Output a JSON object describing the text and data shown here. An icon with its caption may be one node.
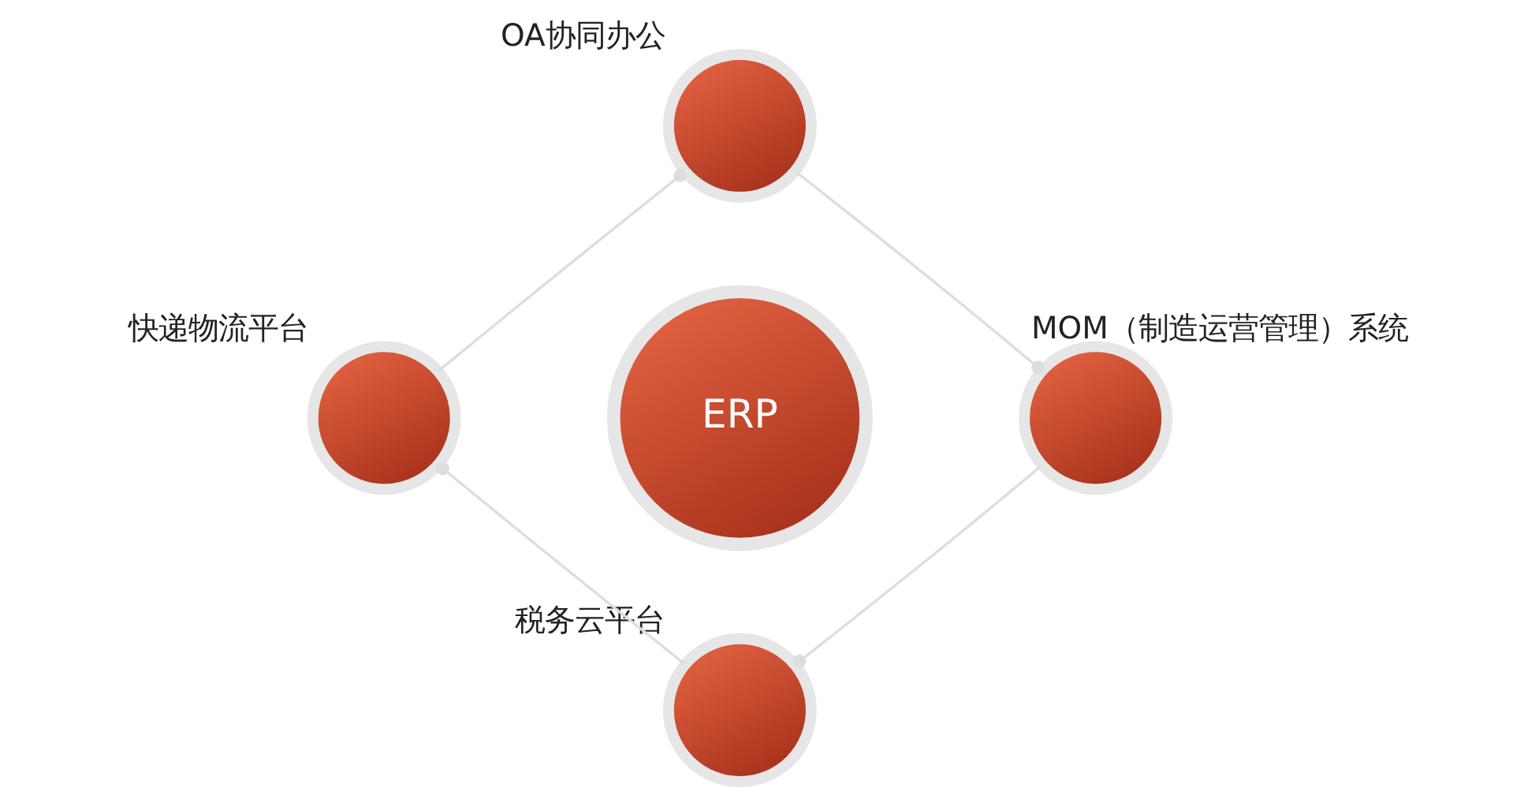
{
  "diagram": {
    "nodes": [
      {
        "text": [
          "OA协同办公"
        ]
      },
      {
        "text": [
          "快递物流平台"
        ]
      },
      {
        "text": [
          "ERP"
        ]
      },
      {
        "text": [
          "MOM（制造运营管理）系统"
        ]
      },
      {
        "text": [
          "税务云平台"
        ]
      }
    ],
    "edges": [
      {
        "from": 0,
        "to": 3,
        "arrow": "other"
      },
      {
        "from": 3,
        "to": 4,
        "arrow": "other"
      },
      {
        "from": 4,
        "to": 1,
        "arrow": "other"
      },
      {
        "from": 1,
        "to": 0,
        "arrow": "other"
      }
    ]
  }
}
